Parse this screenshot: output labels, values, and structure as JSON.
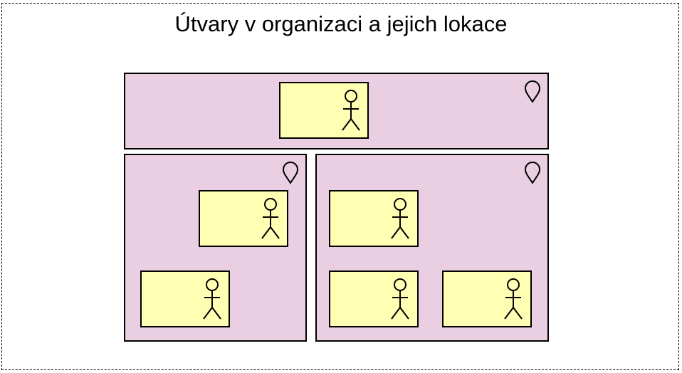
{
  "title": "Útvary v organizaci a jejich lokace",
  "colors": {
    "location_fill": "#eacfe2",
    "actor_fill": "#ffffb3",
    "stroke": "#000000"
  },
  "icons": {
    "location": "location-pin-icon",
    "actor": "stick-figure-icon"
  },
  "locations": [
    {
      "id": "top",
      "actors": 1
    },
    {
      "id": "bottom-left",
      "actors": 2
    },
    {
      "id": "bottom-right",
      "actors": 3
    }
  ]
}
